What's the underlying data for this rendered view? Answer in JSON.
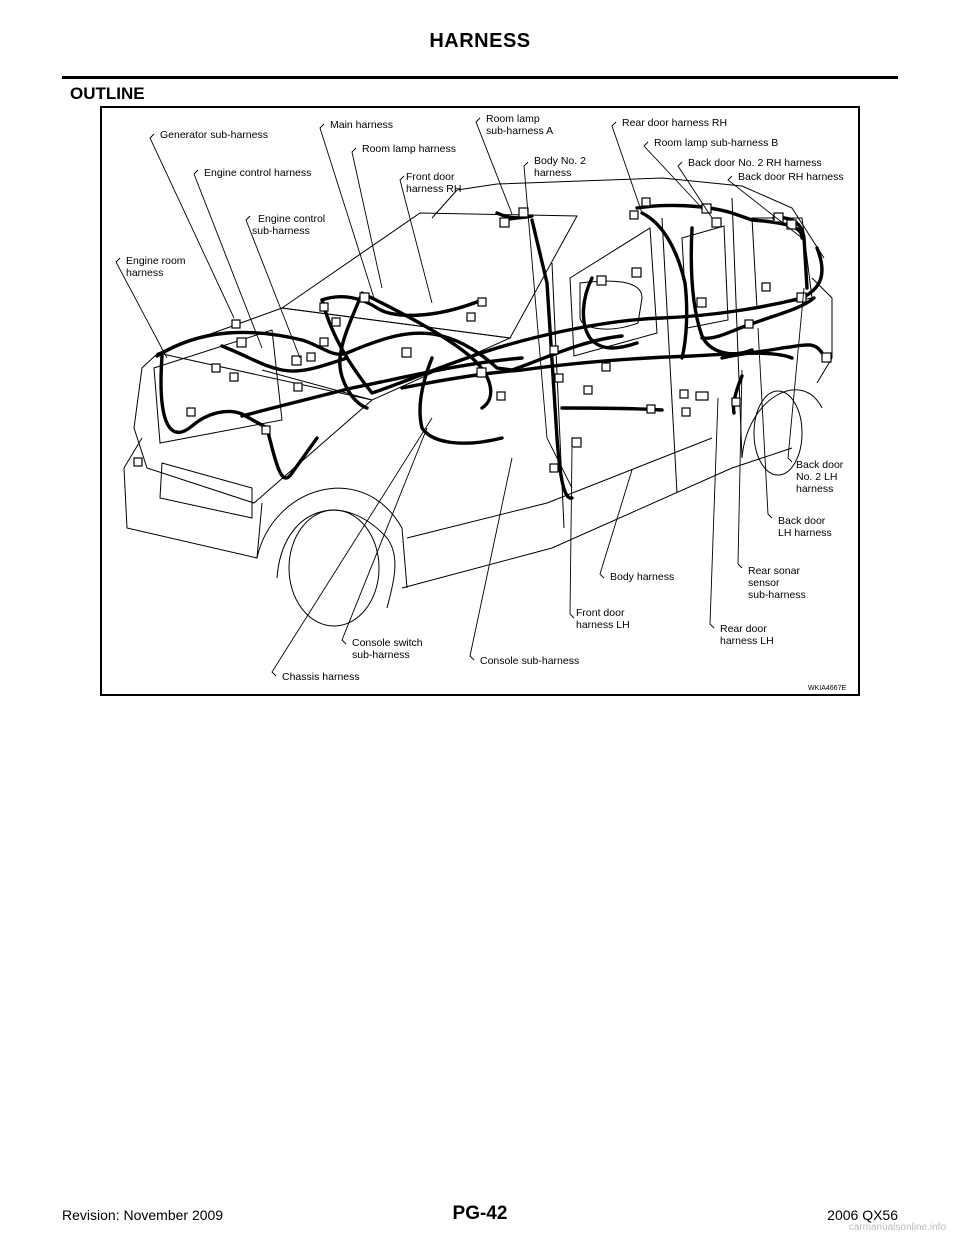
{
  "header": {
    "title": "HARNESS"
  },
  "section": {
    "heading": "OUTLINE"
  },
  "figure": {
    "id": "WKIA4667E",
    "labels": {
      "generator_sub_harness": "Generator sub-harness",
      "main_harness": "Main harness",
      "room_lamp_sub_harness_a": [
        "Room lamp",
        "sub-harness A"
      ],
      "rear_door_harness_rh": "Rear door harness RH",
      "room_lamp_harness": "Room lamp harness",
      "room_lamp_sub_harness_b": "Room lamp sub-harness B",
      "body_no2_harness": [
        "Body No. 2",
        "harness"
      ],
      "back_door_no2_rh_harness": "Back door No. 2 RH harness",
      "engine_control_harness": "Engine control harness",
      "front_door_harness_rh": [
        "Front door",
        "harness RH"
      ],
      "back_door_rh_harness": "Back door RH harness",
      "engine_control_sub_harness": [
        "Engine control",
        "sub-harness"
      ],
      "engine_room_harness": [
        "Engine room",
        "harness"
      ],
      "back_door_no2_lh_harness": [
        "Back door",
        "No. 2 LH",
        "harness"
      ],
      "back_door_lh_harness": [
        "Back door",
        "LH harness"
      ],
      "rear_sonar_sensor_sub_harness": [
        "Rear sonar",
        "sensor",
        "sub-harness"
      ],
      "body_harness": "Body harness",
      "front_door_harness_lh": [
        "Front door",
        "harness LH"
      ],
      "rear_door_harness_lh": [
        "Rear door",
        "harness LH"
      ],
      "console_switch_sub_harness": [
        "Console switch",
        "sub-harness"
      ],
      "console_sub_harness": "Console sub-harness",
      "chassis_harness": "Chassis harness"
    }
  },
  "footer": {
    "revision": "Revision: November 2009",
    "page": "PG-42",
    "model": "2006 QX56",
    "watermark": "carmanualsonline.info"
  }
}
